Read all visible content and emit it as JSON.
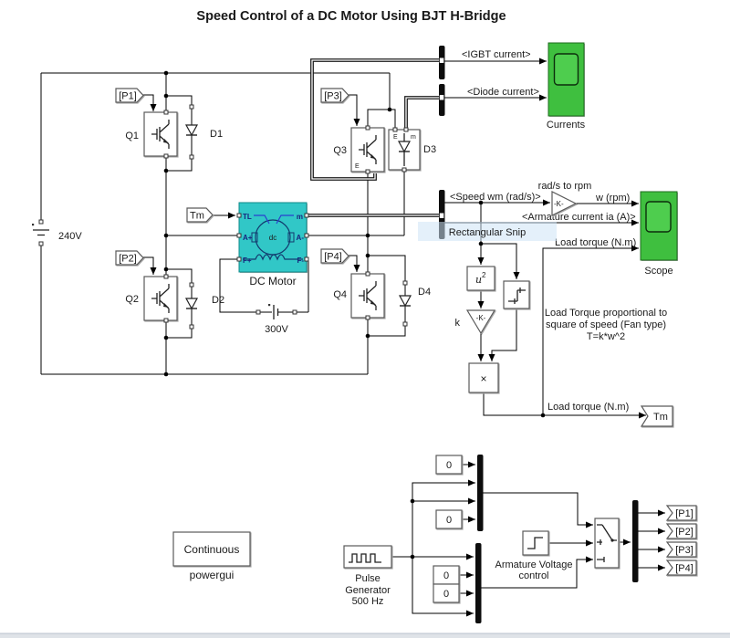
{
  "labels": {
    "title": "Speed Control of a DC Motor Using BJT H-Bridge",
    "igbt_current": "<IGBT current>",
    "diode_current": "<Diode current>",
    "currents": "Currents",
    "scope": "Scope",
    "p1": "[P1]",
    "p2": "[P2]",
    "p3": "[P3]",
    "p4": "[P4]",
    "q1": "Q1",
    "q2": "Q2",
    "q3": "Q3",
    "q4": "Q4",
    "d1": "D1",
    "d2": "D2",
    "d3": "D3",
    "d4": "D4",
    "v240": "240V",
    "v300": "300V",
    "tm": "Tm",
    "dc_motor": "DC Motor",
    "dc": "dc",
    "tl": "TL",
    "m": "m",
    "a_plus": "A+",
    "a_minus": "A-",
    "f_plus": "F+",
    "f_minus": "F-",
    "port_e": "E",
    "port_m": "m",
    "speed": "<Speed wm (rad/s)>",
    "rad_to_rpm": "rad/s to rpm",
    "gain": "-K-",
    "w_rpm": "w (rpm)",
    "armature": "<Armature current ia (A)>",
    "load_torque": "Load torque (N.m)",
    "u": "u",
    "sq": "2",
    "k": "k",
    "times": "×",
    "fan1": "Load Torque proportional to",
    "fan2": "square of speed (Fan type)",
    "fan3": "T=k*w^2",
    "continuous": "Continuous",
    "powergui": "powergui",
    "pulse1": "Pulse",
    "pulse2": "Generator",
    "pulse3": "500 Hz",
    "zero": "0",
    "avc1": "Armature Voltage",
    "avc2": "control",
    "snip": "Rectangular Snip"
  },
  "colors": {
    "motor_fill": "#31C7C7",
    "motor_stroke": "#0E8A8A",
    "scope_fill": "#3FBF3F",
    "scope_stroke": "#1D6B1D",
    "screen_fill": "#4ECD4E",
    "continuous_text": "#2E2EA8",
    "snip_band": "#CEE4F6",
    "snip_text": "#93BCDD"
  }
}
